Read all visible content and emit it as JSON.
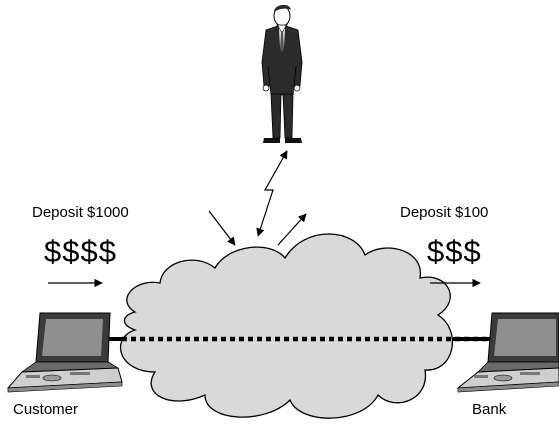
{
  "diagram": {
    "customer": {
      "action_label": "Deposit $1000",
      "money_symbols": "$$$$",
      "caption": "Customer",
      "icon": "laptop-icon"
    },
    "bank": {
      "action_label": "Deposit $100",
      "money_symbols": "$$$",
      "caption": "Bank",
      "icon": "laptop-icon"
    },
    "attacker": {
      "icon": "businessman-icon"
    },
    "network": {
      "icon": "cloud-icon",
      "link_style": "dotted"
    },
    "colors": {
      "cloud_fill": "#d9d9d9",
      "laptop_dark": "#3b3b3b",
      "laptop_light": "#cfcfcf",
      "screen": "#8f8f8f",
      "suit": "#2b2b2b",
      "line": "#000000"
    }
  }
}
